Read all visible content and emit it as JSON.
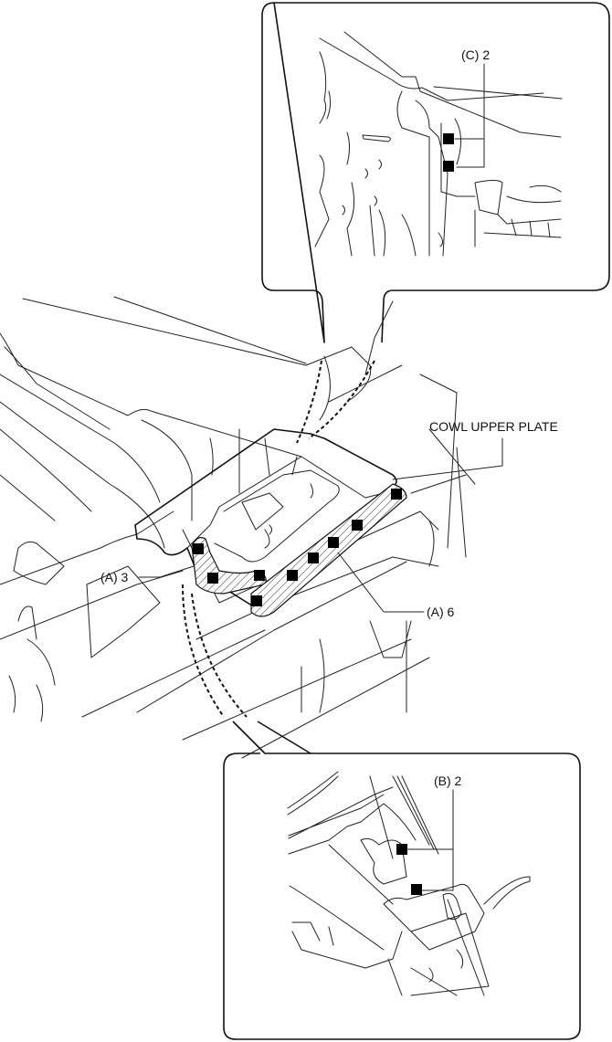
{
  "title": "Cowl upper plate weld point diagram",
  "labels": {
    "part_name": "COWL UPPER PLATE",
    "group_a_left": "(A) 3",
    "group_a_right": "(A) 6",
    "group_b": "(B) 2",
    "group_c": "(C) 2"
  },
  "weld_groups": [
    {
      "id": "A",
      "count_left": 3,
      "count_right": 6
    },
    {
      "id": "B",
      "count": 2
    },
    {
      "id": "C",
      "count": 2
    }
  ],
  "colors": {
    "line": "#222222",
    "marker": "#000000",
    "background": "#ffffff"
  }
}
